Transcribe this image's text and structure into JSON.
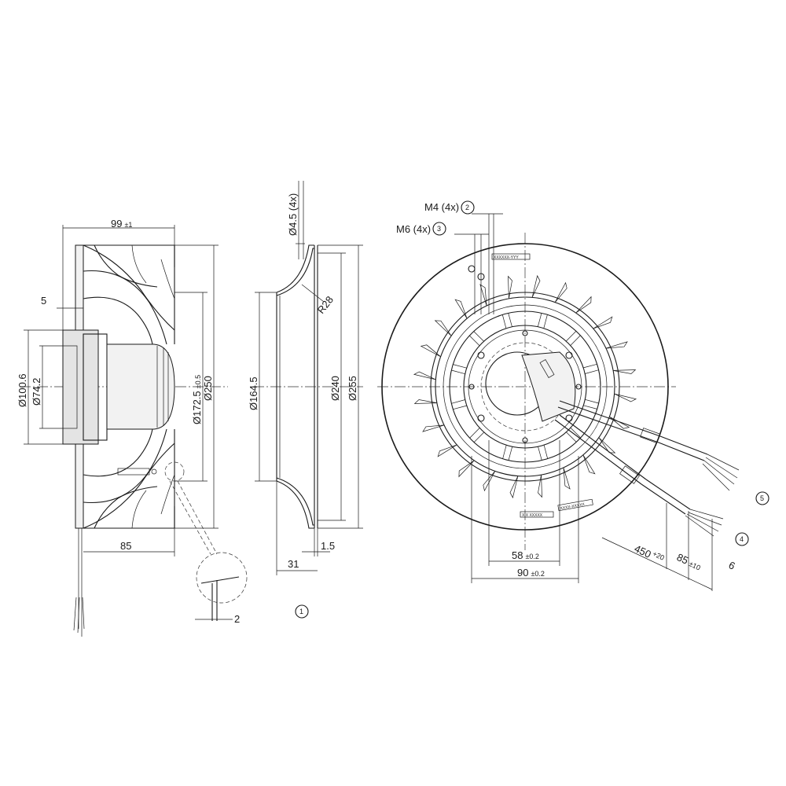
{
  "side_view": {
    "width_label": "99",
    "width_tol": "±1",
    "offset_label": "5",
    "dia_outer_label": "Ø100.6",
    "dia_inner_label": "Ø74.2",
    "dia_mid_label": "Ø172.5",
    "dia_mid_tol": "±0.5",
    "dia_250_label": "Ø250",
    "depth_label": "85",
    "detail_label": "2"
  },
  "inlet_ring": {
    "hole_label": "Ø4.5 (4x)",
    "radius_label": "R28",
    "dia_164_label": "Ø164.5",
    "dia_240_label": "Ø240",
    "dia_255_label": "Ø255",
    "thickness_label": "1.5",
    "height_label": "31",
    "callout_1": "1"
  },
  "front_view": {
    "m4_label": "M4 (4x)",
    "callout_2": "2",
    "m6_label": "M6 (4x)",
    "callout_3": "3",
    "callout_4": "4",
    "callout_5": "5",
    "dim_58": "58",
    "dim_58_tol": "±0.2",
    "dim_90": "90",
    "dim_90_tol": "±0.2",
    "cable_len": "450",
    "cable_len_tol": "+20",
    "strip_len": "85",
    "strip_len_tol": "±10",
    "wire_end": "6",
    "plate_text_1": "XXXXXX-YYY",
    "plate_text_2": "X X XXXXX",
    "plate_text_3": "XXXX-XXXXX"
  },
  "colors": {
    "line": "#1a1a1a",
    "background": "#ffffff"
  }
}
